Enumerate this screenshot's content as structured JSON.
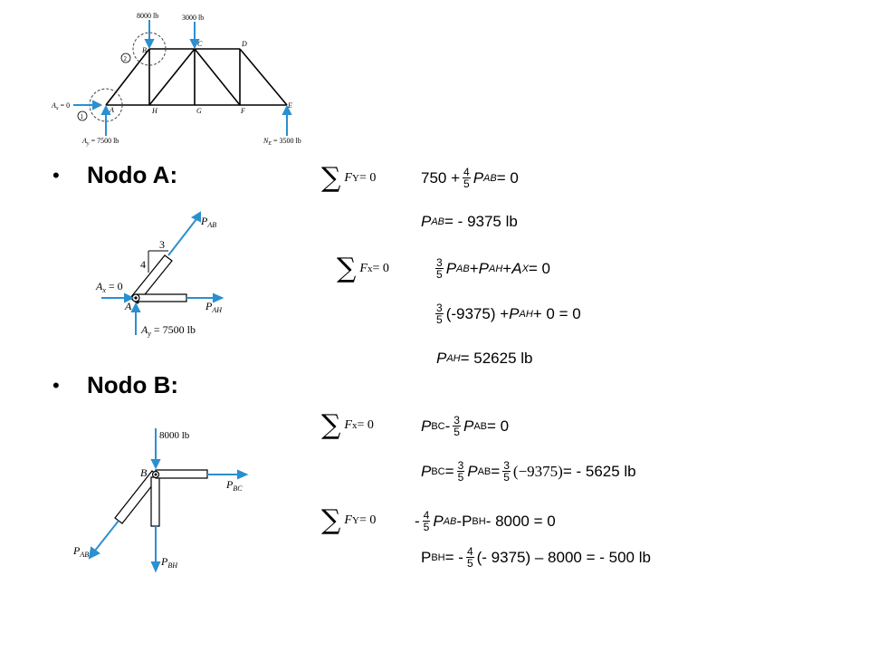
{
  "truss": {
    "load_b": "8000 lb",
    "load_c": "3000 lb",
    "nodes": {
      "A": "A",
      "B": "B",
      "C": "C",
      "D": "D",
      "E": "E",
      "F": "F",
      "G": "G",
      "H": "H"
    },
    "ax_label": "A",
    "ax_sub": "x",
    "ax_value": " = 0",
    "ay_label": "A",
    "ay_sub": "y",
    "ay_value": " = 7500 lb",
    "ne_label": "N",
    "ne_sub": "E",
    "ne_value": " = 3500 lb",
    "circle1": "1",
    "circle2": "2"
  },
  "nodo_a": {
    "heading": "Nodo A:",
    "diagram": {
      "pab": "P",
      "pab_sub": "AB",
      "pah": "P",
      "pah_sub": "AH",
      "ax": "A",
      "ax_sub": "x",
      "ax_val": " = 0",
      "ay": "A",
      "ay_sub": "y",
      "ay_val": " = 7500 lb",
      "node": "A",
      "slope_run": "3",
      "slope_rise": "4"
    },
    "sum_fy": {
      "F": "F",
      "sub": "Y",
      "eq": " = 0"
    },
    "eq1": {
      "a": "750 + ",
      "num": "4",
      "den": "5",
      "var": "P",
      "sub": "AB",
      "b": " = 0"
    },
    "eq2": {
      "var": "P",
      "sub": "AB",
      "b": " = - 9375 lb"
    },
    "sum_fx": {
      "F": "F",
      "sub": "x",
      "eq": " = 0"
    },
    "eq3": {
      "num": "3",
      "den": "5",
      "v1": "P",
      "s1": "AB",
      "plus1": " + ",
      "v2": "P",
      "s2": "AH",
      "plus2": " + ",
      "v3": "A",
      "s3": "X",
      "b": " = 0"
    },
    "eq4": {
      "num": "3",
      "den": "5",
      "a": "(-9375) + ",
      "v": "P",
      "s": "AH",
      "b": " + 0 = 0"
    },
    "eq5": {
      "v": "P",
      "s": "AH",
      "b": " = 52625 lb"
    }
  },
  "nodo_b": {
    "heading": "Nodo B:",
    "diagram": {
      "load": "8000 lb",
      "node": "B",
      "pbc": "P",
      "pbc_sub": "BC",
      "pab": "P",
      "pab_sub": "AB",
      "pbh": "P",
      "pbh_sub": "BH"
    },
    "sum_fx": {
      "F": "F",
      "sub": "x",
      "eq": " = 0"
    },
    "eq1": {
      "v1": "P",
      "s1": "BC",
      "minus": " - ",
      "num": "3",
      "den": "5",
      "v2": "P",
      "s2": "AB",
      "b": " = 0"
    },
    "eq2": {
      "v1": "P",
      "s1": "BC",
      "eq": " = ",
      "num": "3",
      "den": "5",
      "v2": "P",
      "s2": "AB",
      "eq2": " = ",
      "num2": "3",
      "den2": "5",
      "paren": "(−9375)",
      "b": " = - 5625 lb"
    },
    "sum_fy": {
      "F": "F",
      "sub": "Y",
      "eq": " = 0"
    },
    "eq3": {
      "a": "- ",
      "num": "4",
      "den": "5",
      "v1": "P",
      "s1": "AB",
      "m": " - ",
      "v2": "P",
      "s2": "BH",
      "b": " - 8000 = 0"
    },
    "eq4": {
      "v1": "P",
      "s1": "BH",
      "a": " = - ",
      "num": "4",
      "den": "5",
      "b": "(- 9375) – 8000 = - 500 lb"
    }
  }
}
